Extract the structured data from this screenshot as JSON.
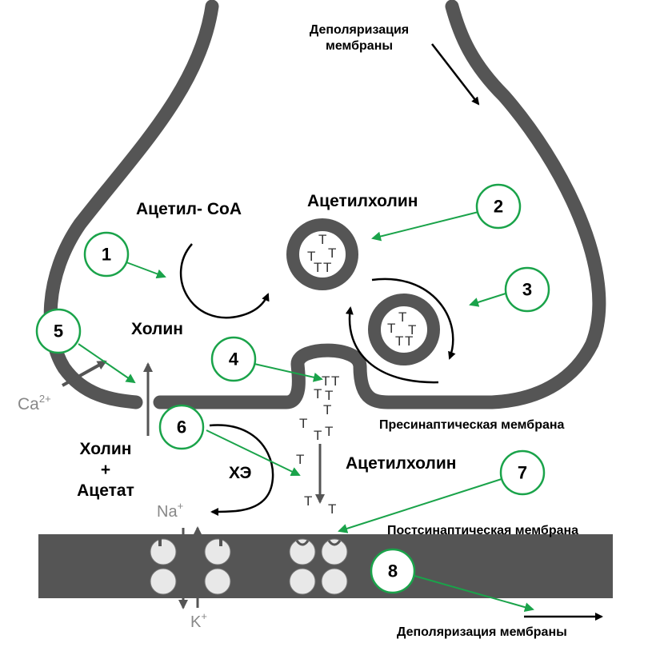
{
  "labels": {
    "depol_top_1": "Деполяризация",
    "depol_top_2": "мембраны",
    "acetyl_coa": "Ацетил- CoA",
    "acetylcholine_top": "Ацетилхолин",
    "choline": "Холин",
    "presynaptic": "Пресинаптическая мембрана",
    "choline_acetate_1": "Холин",
    "choline_acetate_2": "+",
    "choline_acetate_3": "Ацетат",
    "che": "ХЭ",
    "acetylcholine_cleft": "Ацетилхолин",
    "postsynaptic": "Постсинаптическая мембрана",
    "depol_bottom": "Деполяризация мембраны",
    "ion_ca": "Ca",
    "ion_ca_sup": "2+",
    "ion_na": "Na",
    "ion_na_sup": "+",
    "ion_k": "K",
    "ion_k_sup": "+"
  },
  "markers": [
    "1",
    "2",
    "3",
    "4",
    "5",
    "6",
    "7",
    "8"
  ],
  "transmitter_glyph": "T",
  "colors": {
    "membrane": "#555555",
    "marker": "#1aa34a",
    "ink": "#000000",
    "ion": "#888888"
  }
}
